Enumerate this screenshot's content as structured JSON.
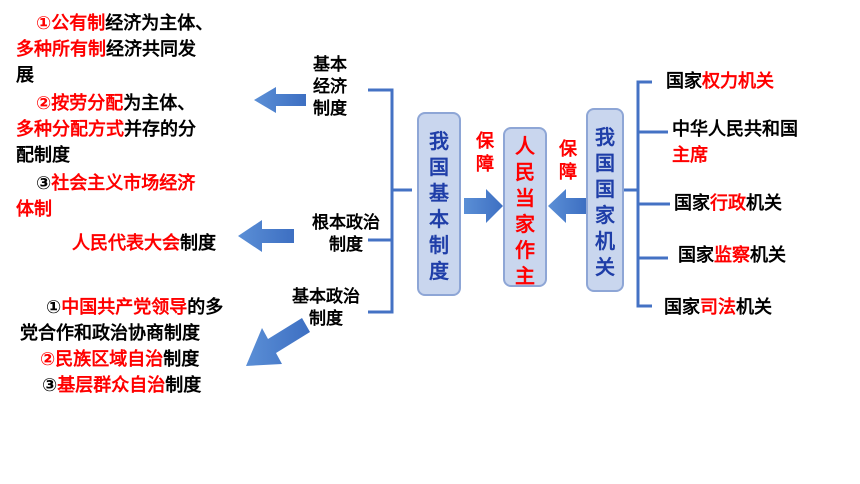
{
  "economic": {
    "label": "基本经济制度",
    "label_lines": [
      "基本",
      "经济",
      "制度"
    ],
    "item1_red_a": "①公有制",
    "item1_black_a": "经济为主体、",
    "item1_red_b": "多种所有制",
    "item1_black_b": "经济共同发",
    "item1_black_c": "展",
    "item2_red_a": "②按劳分配",
    "item2_black_a": "为主体、",
    "item2_red_b": "多种分配方式",
    "item2_black_b": "并存的分",
    "item2_black_c": "配制度",
    "item3_num": "③",
    "item3_red_a": "社会主义市场经济",
    "item3_red_b": "体制"
  },
  "fundamental_political": {
    "label_lines": [
      "根本政治",
      "制度"
    ],
    "item_red": "人民代表大会",
    "item_black": "制度"
  },
  "basic_political": {
    "label_lines": [
      "基本政治",
      "制度"
    ],
    "item1_num": "①",
    "item1_red": "中国共产党领导",
    "item1_black_a": "的多",
    "item1_black_b": "党合作和政治协商制度",
    "item2_red": "②民族区域自治",
    "item2_black": "制度",
    "item3_num": "③",
    "item3_red": "基层群众自治",
    "item3_black": "制度"
  },
  "center": {
    "left_box": "我国基本制度",
    "guarantee_left": "保障",
    "middle_box": "人民当家作主",
    "guarantee_right": "保障",
    "right_box": "我国国家机关"
  },
  "organs": {
    "o1_black": "国家",
    "o1_red": "权力机关",
    "o2_black": "中华人民共和国",
    "o2_red": "主席",
    "o3_black_a": "国家",
    "o3_red": "行政",
    "o3_black_b": "机关",
    "o4_black_a": "国家",
    "o4_red": "监察",
    "o4_black_b": "机关",
    "o5_black_a": "国家",
    "o5_red": "司法",
    "o5_black_b": "机关"
  },
  "colors": {
    "red_text": "#ff0000",
    "bracket_blue": "#4472c4",
    "arrow_blue": "#5b8fd6",
    "box_fill": "#c9d6ee"
  }
}
